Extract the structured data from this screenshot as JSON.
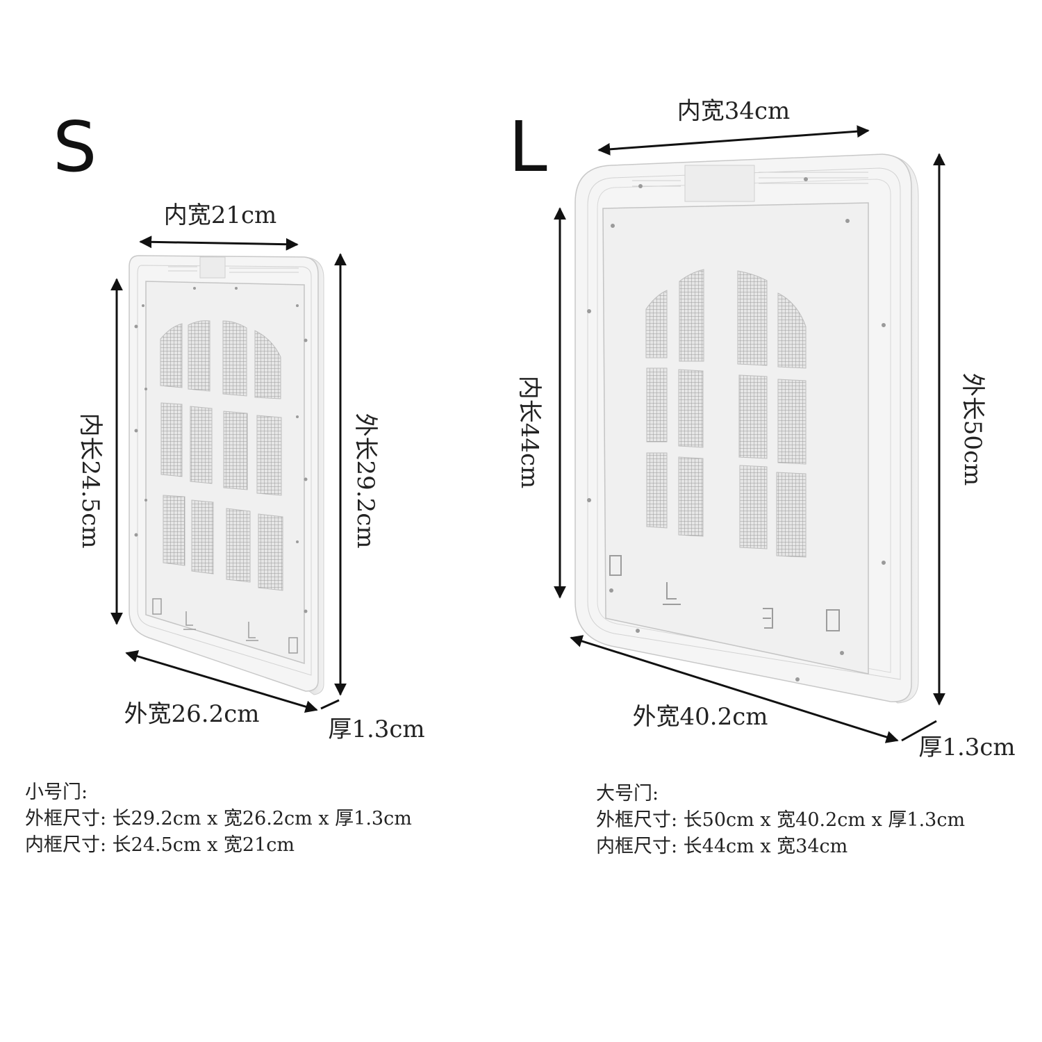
{
  "small": {
    "size_label": "S",
    "inner_width": "内宽21cm",
    "inner_length": "内长24.5cm",
    "outer_length": "外长29.2cm",
    "outer_width": "外宽26.2cm",
    "thickness": "厚1.3cm",
    "spec_title": "小号门:",
    "spec_outer": "外框尺寸: 长29.2cm x 宽26.2cm x 厚1.3cm",
    "spec_inner": "内框尺寸: 长24.5cm x 宽21cm"
  },
  "large": {
    "size_label": "L",
    "inner_width": "内宽34cm",
    "inner_length": "内长44cm",
    "outer_length": "外长50cm",
    "outer_width": "外宽40.2cm",
    "thickness": "厚1.3cm",
    "spec_title": "大号门:",
    "spec_outer": "外框尺寸: 长50cm x 宽40.2cm x 厚1.3cm",
    "spec_inner": "内框尺寸: 长44cm x 宽34cm"
  },
  "colors": {
    "frame": "#f4f4f4",
    "frame_edge": "#c9c9c9",
    "mesh": "#b5b5b5",
    "arrow": "#111111"
  }
}
